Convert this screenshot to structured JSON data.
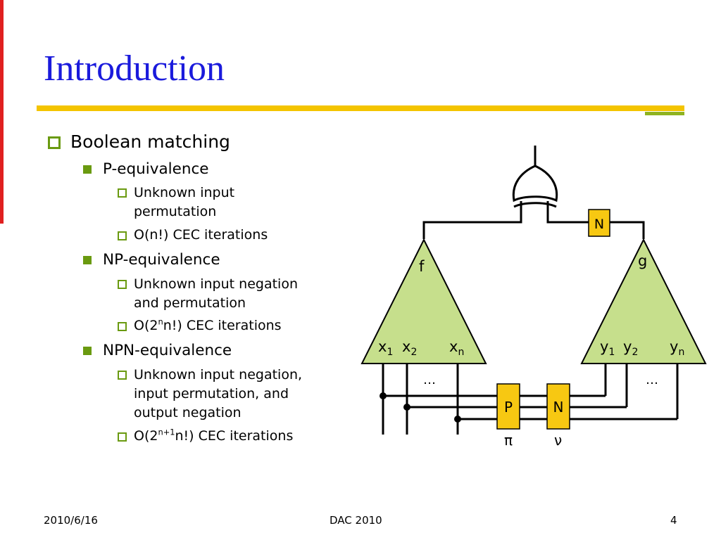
{
  "slide": {
    "title": "Introduction",
    "bullets": {
      "l1": "Boolean matching",
      "p_equiv": {
        "label": "P-equivalence",
        "sub1_line1": "Unknown input",
        "sub1_line2": "permutation",
        "sub2": "O(n!) CEC iterations"
      },
      "np_equiv": {
        "label": "NP-equivalence",
        "sub1_line1": "Unknown input negation",
        "sub1_line2": "and permutation",
        "sub2_pre": "O(2",
        "sub2_sup": "n",
        "sub2_post": "n!) CEC iterations"
      },
      "npn_equiv": {
        "label": "NPN-equivalence",
        "sub1_line1": "Unknown input negation,",
        "sub1_line2": "input permutation, and",
        "sub1_line3": "output negation",
        "sub2_pre": "O(2",
        "sub2_sup": "n+1",
        "sub2_post": "n!) CEC iterations"
      }
    },
    "diagram": {
      "f_label": "f",
      "g_label": "g",
      "x1": "x",
      "x1_sub": "1",
      "x2": "x",
      "x2_sub": "2",
      "xn": "x",
      "xn_sub": "n",
      "y1": "y",
      "y1_sub": "1",
      "y2": "y",
      "y2_sub": "2",
      "yn": "y",
      "yn_sub": "n",
      "ellipsis_left": "…",
      "ellipsis_right": "…",
      "n_box_top": "N",
      "p_box": "P",
      "n_box_bottom": "N",
      "pi": "π",
      "nu": "ν",
      "colors": {
        "triangle_fill": "#c6df8c",
        "box_fill": "#f7c812"
      }
    },
    "footer": {
      "date": "2010/6/16",
      "conference": "DAC 2010",
      "page": "4"
    }
  }
}
